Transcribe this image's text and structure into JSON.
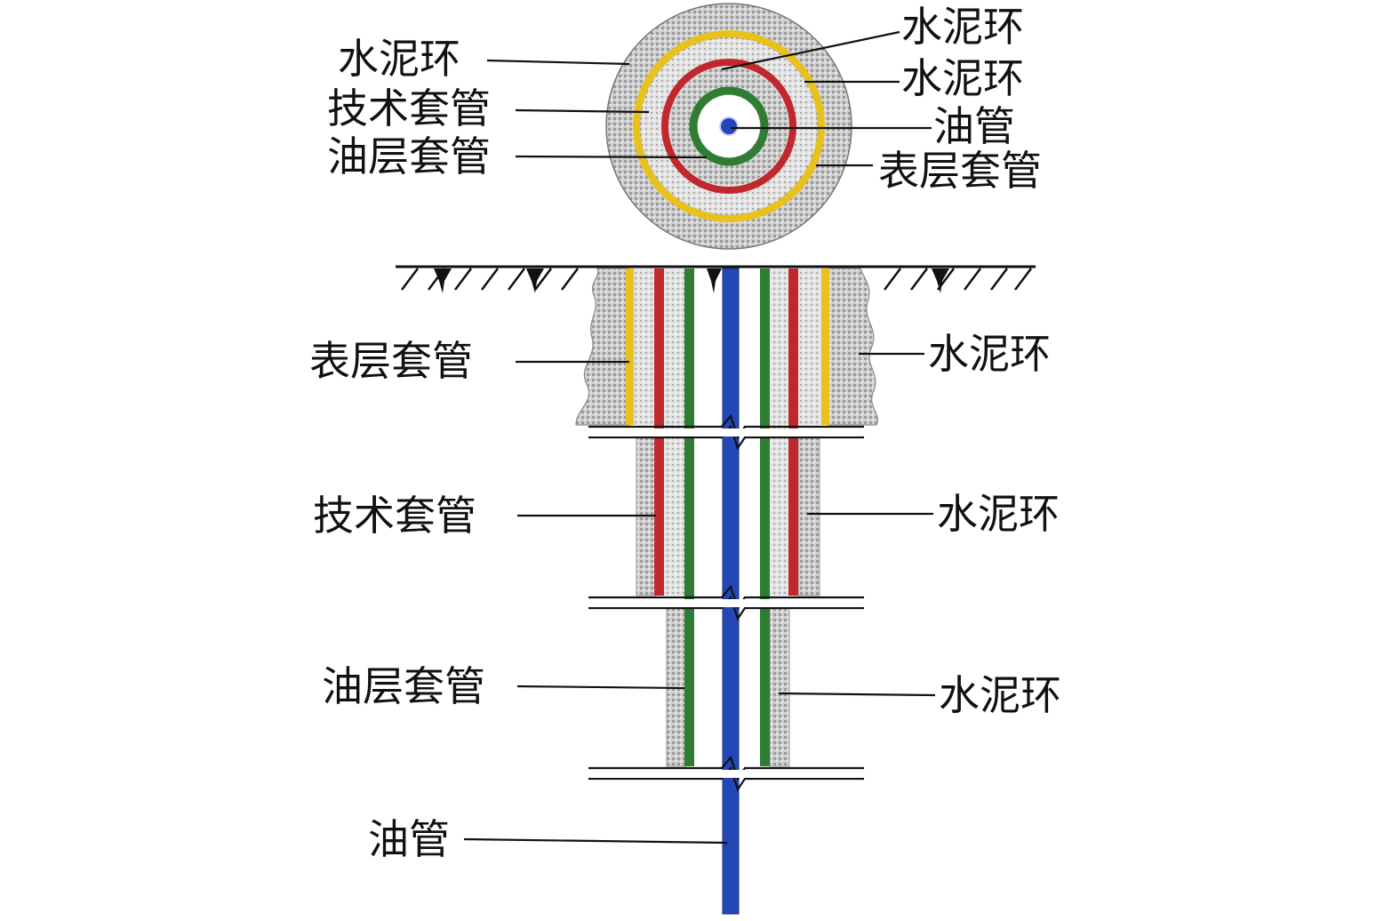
{
  "labels": {
    "top_left_cement": "水泥环",
    "top_left_technical": "技术套管",
    "top_left_production": "油层套管",
    "top_right_cement_1": "水泥环",
    "top_right_cement_2": "水泥环",
    "top_right_tubing": "油管",
    "top_right_surface": "表层套管",
    "side_surface_casing": "表层套管",
    "side_surface_cement": "水泥环",
    "side_technical_casing": "技术套管",
    "side_technical_cement": "水泥环",
    "side_production_casing": "油层套管",
    "side_production_cement": "水泥环",
    "side_tubing": "油管"
  },
  "colors": {
    "surface_casing": "#e8c21b",
    "technical_casing": "#c0282d",
    "production_casing": "#2e7d32",
    "tubing": "#2447b8",
    "cement": "#d4d4d4",
    "ground_hatch": "#111111"
  }
}
